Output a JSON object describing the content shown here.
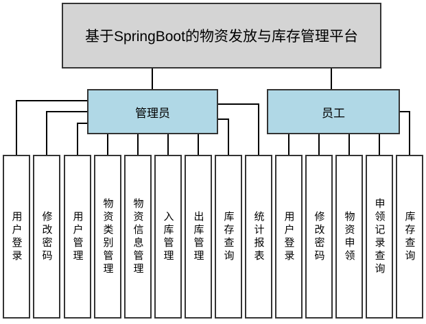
{
  "title": "基于SpringBoot的物资发放与库存管理平台",
  "roles": [
    {
      "label": "管理员",
      "children": [
        "用户登录",
        "修改密码",
        "用户管理",
        "物资类别管理",
        "物资信息管理",
        "入库管理",
        "出库管理",
        "库存查询",
        "统计报表"
      ]
    },
    {
      "label": "员工",
      "children": [
        "用户登录",
        "修改密码",
        "物资申领",
        "申领记录查询",
        "库存查询"
      ]
    }
  ],
  "colors": {
    "title_fill": "#d4d4d4",
    "role_fill": "#b0d8e6",
    "leaf_fill": "#ffffff",
    "border_color": "#333333",
    "line_color": "#000000"
  }
}
